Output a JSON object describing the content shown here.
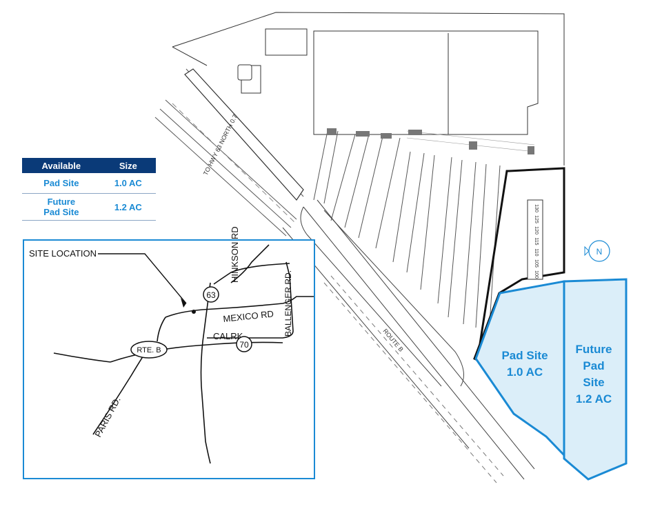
{
  "table": {
    "headers": [
      "Available",
      "Size"
    ],
    "rows": [
      {
        "name_line1": "Pad Site",
        "name_line2": "",
        "size": "1.0 AC"
      },
      {
        "name_line1": "Future",
        "name_line2": "Pad Site",
        "size": "1.2 AC"
      }
    ]
  },
  "pads": {
    "pad1": {
      "line1": "Pad Site",
      "line2": "1.0 AC"
    },
    "pad2": {
      "line1": "Future",
      "line2": "Pad",
      "line3": "Site",
      "line4": "1.2 AC"
    }
  },
  "north_label": "N",
  "plan_labels": {
    "highway": "TO HWY 63 NORTH 0.7",
    "route": "ROUTE B"
  },
  "stall_numbers": [
    "130",
    "125",
    "120",
    "115",
    "110",
    "105",
    "100"
  ],
  "inset": {
    "site_location": "SITE LOCATION",
    "hinkson": "HINKSON RD",
    "ballenger": "BALLENGER RD.",
    "mexico": "MEXICO RD",
    "calrk": "CALRK",
    "route63": "63",
    "route70": "70",
    "rte_b": "RTE. B",
    "paris": "PARIS RD."
  },
  "colors": {
    "pad_fill": "#dbeef9",
    "pad_stroke": "#1a8ad4",
    "table_header": "#0a3a78",
    "inset_border": "#1a8ad4"
  }
}
